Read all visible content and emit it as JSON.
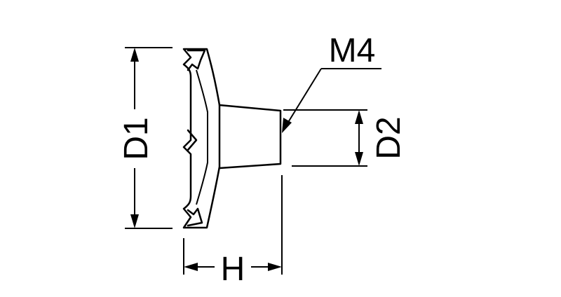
{
  "labels": {
    "d1": "D1",
    "d2": "D2",
    "h": "H",
    "m4": "M4"
  },
  "colors": {
    "stroke": "#000000",
    "background": "#ffffff"
  }
}
